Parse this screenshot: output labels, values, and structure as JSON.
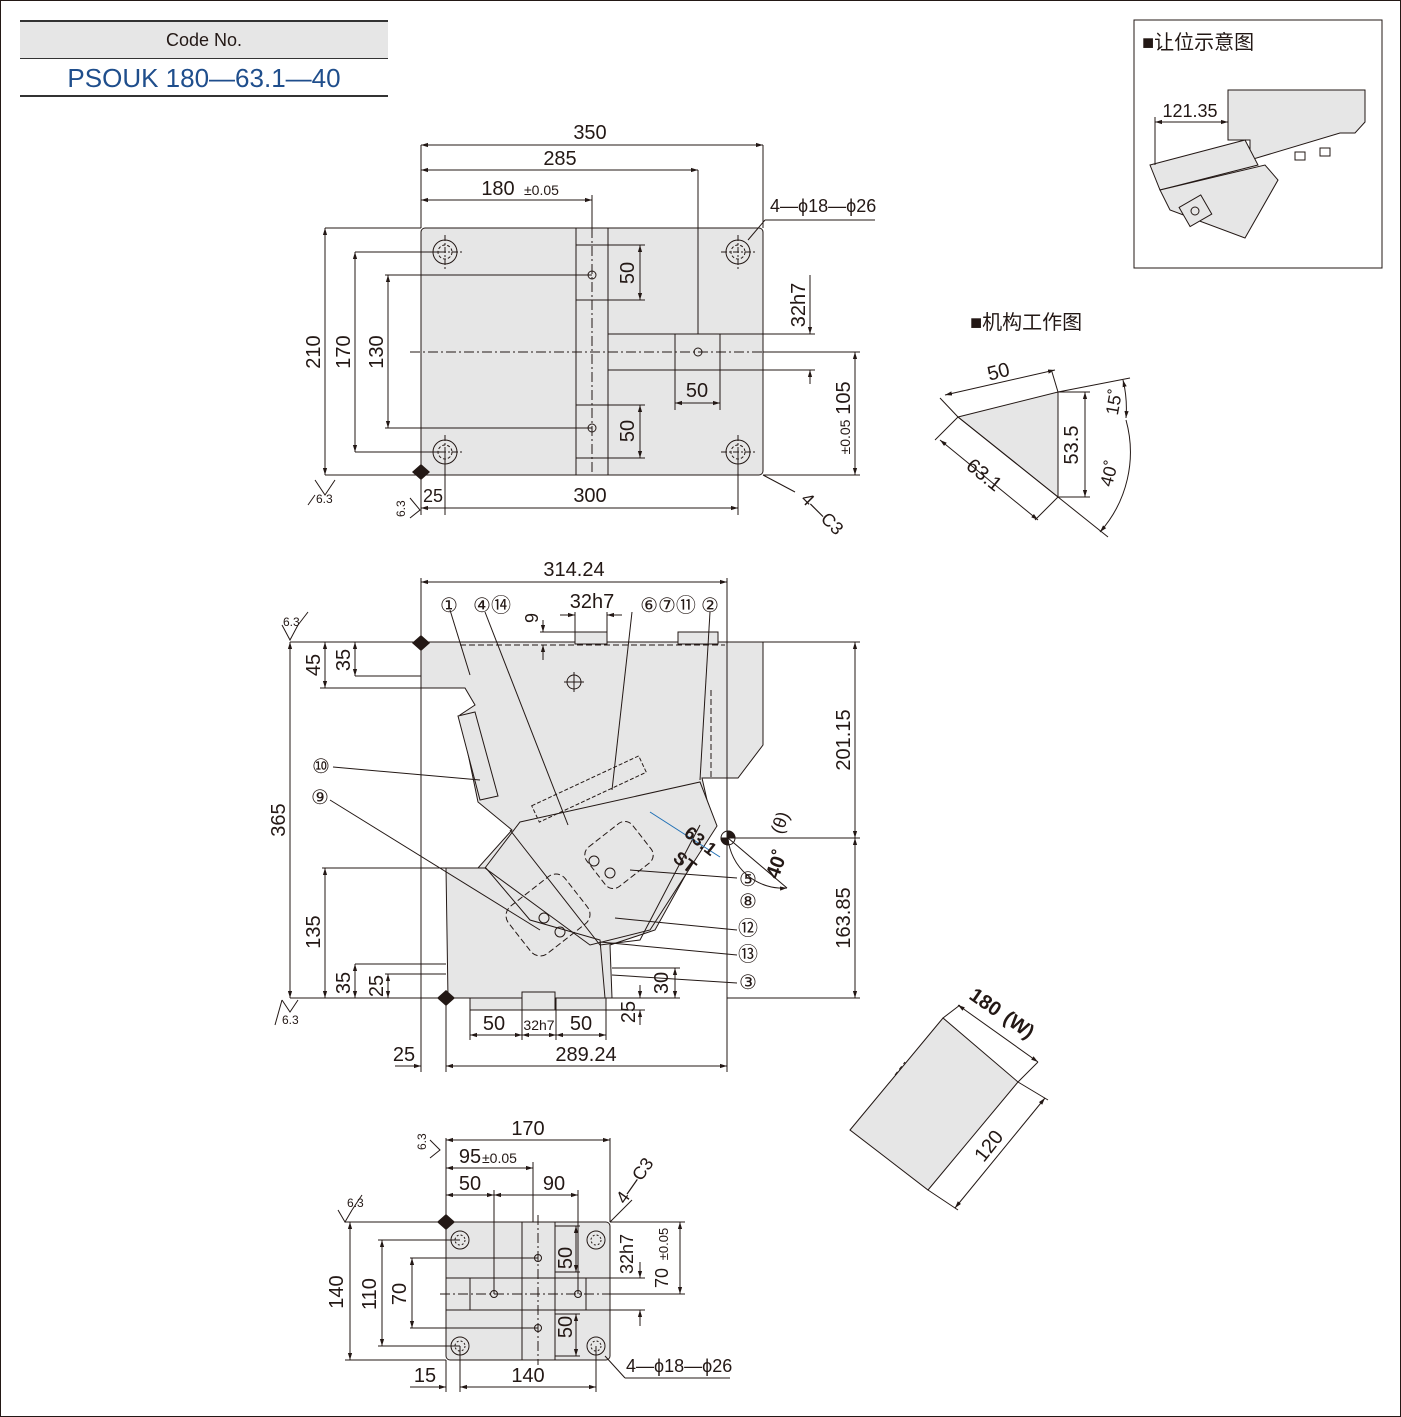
{
  "code": {
    "label": "Code No.",
    "value": "PSOUK 180—63.1—40"
  },
  "top_view": {
    "d350": "350",
    "d285": "285",
    "d180": "180",
    "d180_tol": "±0.05",
    "holes": "4—ϕ18—ϕ26",
    "d210": "210",
    "d170": "170",
    "d130": "130",
    "d50a": "50",
    "d50b": "50",
    "d50c": "50",
    "d32h7": "32h7",
    "d105": "105",
    "d105_tol": "±0.05",
    "d25": "25",
    "d300": "300",
    "chamfer": "4—C3",
    "rough1": "6.3",
    "rough2": "6.3"
  },
  "side_view": {
    "d314": "314.24",
    "d32h7": "32h7",
    "d9": "9",
    "d45": "45",
    "d35": "35",
    "d365": "365",
    "d135": "135",
    "d35b": "35",
    "d25b": "25",
    "d20115": "201.15",
    "d16385": "163.85",
    "d30": "30",
    "d25c": "25",
    "d50l": "50",
    "d32h7b": "32h7",
    "d50r": "50",
    "d25d": "25",
    "d28924": "289.24",
    "st": "63.1",
    "st_label": "ST",
    "angle": "40˚",
    "theta": "(θ)",
    "rough1": "6.3",
    "rough2": "6.3",
    "p1": "①",
    "p4": "④⑭",
    "p6": "⑥⑦⑪",
    "p2": "②",
    "p10": "⑩",
    "p9": "⑨",
    "p5": "⑤",
    "p8": "⑧",
    "p12": "⑫",
    "p13": "⑬",
    "p3": "③"
  },
  "bottom_view": {
    "d170": "170",
    "d95": "95",
    "d95_tol": "±0.05",
    "d50": "50",
    "d90": "90",
    "chamfer": "4—C3",
    "d140": "140",
    "d110": "110",
    "d70": "70",
    "d50a": "50",
    "d50b": "50",
    "d32h7": "32h7",
    "d70t": "70",
    "d70_tol": "±0.05",
    "d15": "15",
    "d140w": "140",
    "holes": "4—ϕ18—ϕ26",
    "rough1": "6.3",
    "rough2": "6.3"
  },
  "inset": {
    "title": "■让位示意图",
    "d12135": "121.35"
  },
  "mechanism": {
    "title": "■机构工作图",
    "d50": "50",
    "d631": "63.1",
    "d535": "53.5",
    "a15": "15˚",
    "a40": "40˚"
  },
  "plate": {
    "width": "180",
    "width_label": "(W)",
    "length": "120"
  },
  "colors": {
    "line": "#231815",
    "fill": "#e6e6e6",
    "accent": "#1f6fb5",
    "title_blue": "#1f4e8c"
  }
}
